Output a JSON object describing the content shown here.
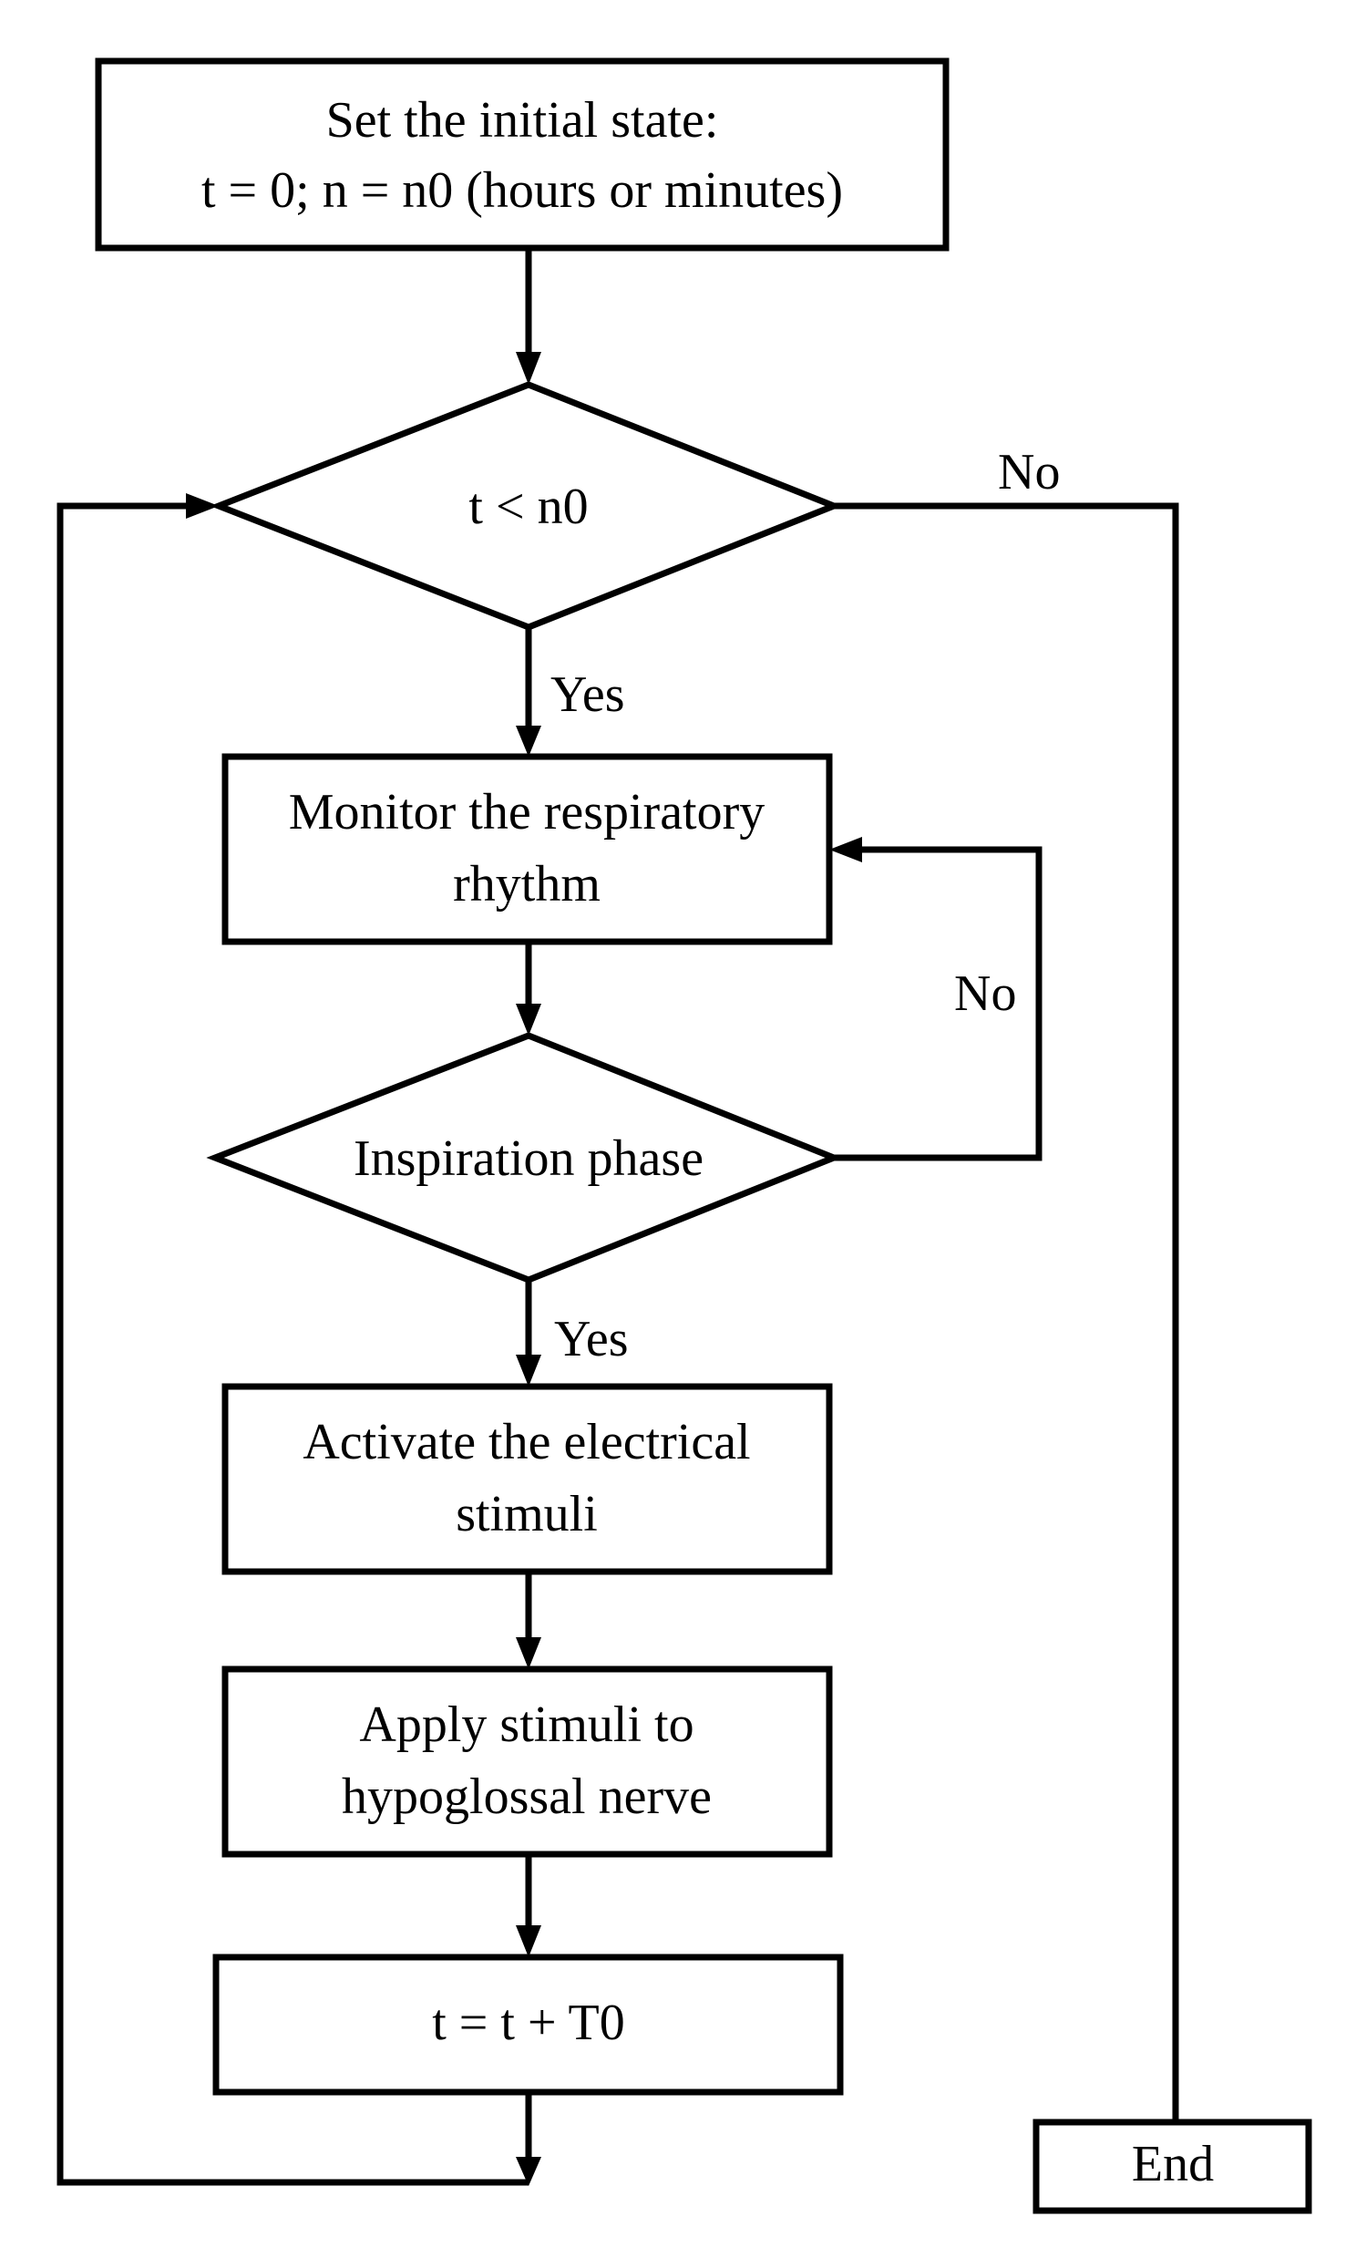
{
  "nodes": {
    "start": {
      "line1": "Set the initial state:",
      "line2": "t = 0; n = n0 (hours or minutes)"
    },
    "decision_time": {
      "text": "t < n0"
    },
    "monitor": {
      "line1": "Monitor the respiratory",
      "line2": "rhythm"
    },
    "decision_phase": {
      "text": "Inspiration phase"
    },
    "activate": {
      "line1": "Activate the electrical",
      "line2": "stimuli"
    },
    "apply": {
      "line1": "Apply stimuli to",
      "line2": "hypoglossal nerve"
    },
    "increment": {
      "text": "t = t + T0"
    },
    "end": {
      "text": "End"
    }
  },
  "edge_labels": {
    "time_no": "No",
    "time_yes": "Yes",
    "phase_no": "No",
    "phase_yes": "Yes"
  }
}
